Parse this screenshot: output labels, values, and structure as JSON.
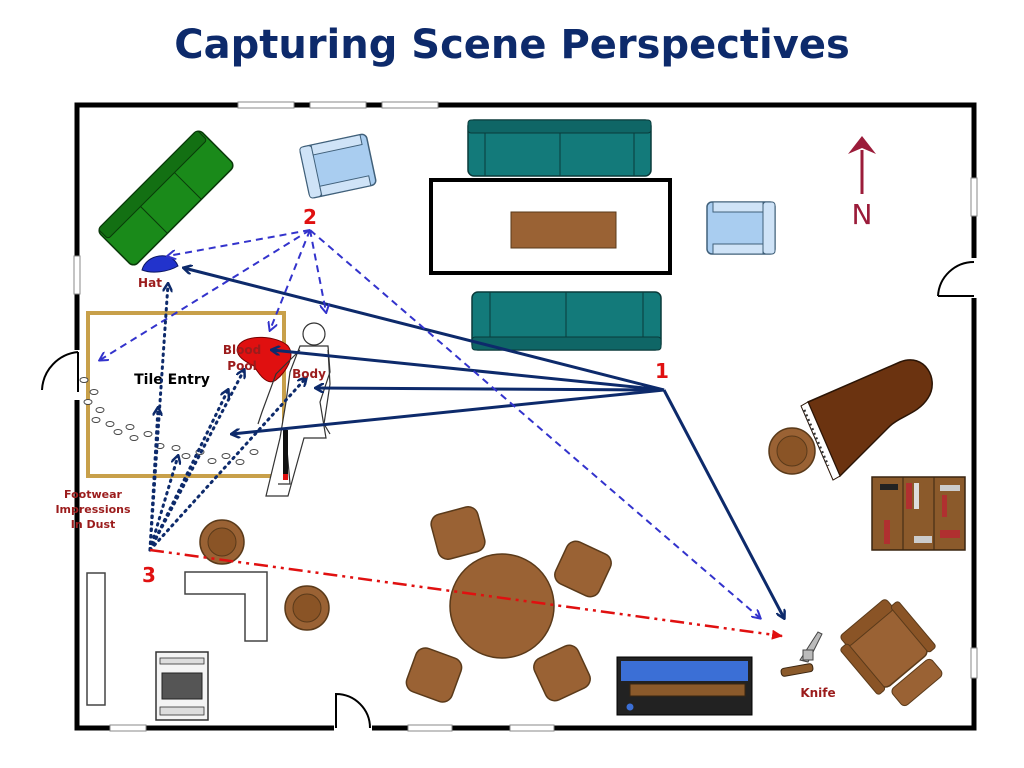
{
  "title": "Capturing Scene Perspectives",
  "compass": {
    "label": "N",
    "icon": "north-arrow-icon"
  },
  "perspectives": [
    {
      "id": "1",
      "label": "1",
      "color": "#0d2a6b",
      "style": "solid"
    },
    {
      "id": "2",
      "label": "2",
      "color": "#3333cc",
      "style": "dashed"
    },
    {
      "id": "3",
      "label": "3",
      "color": "#0d2a6b",
      "style": "dotted"
    }
  ],
  "labels": {
    "hat": "Hat",
    "blood_pool_line1": "Blood",
    "blood_pool_line2": "Pool",
    "body": "Body",
    "tile_entry": "Tile Entry",
    "footwear_line1": "Footwear",
    "footwear_line2": "Impressions",
    "footwear_line3": "In Dust",
    "knife": "Knife"
  },
  "colors": {
    "title": "#0d2a6b",
    "wall": "#000000",
    "sofa_green": "#1a8a1a",
    "sofa_teal": "#137a7a",
    "chair_blue": "#a9cdf0",
    "wood": "#8b5a2b",
    "blood": "#e01010",
    "evidence_label": "#9b1c1c",
    "perspective_number": "#e01010",
    "tile_border": "#c8a04a",
    "compass": "#9b1c3a"
  }
}
